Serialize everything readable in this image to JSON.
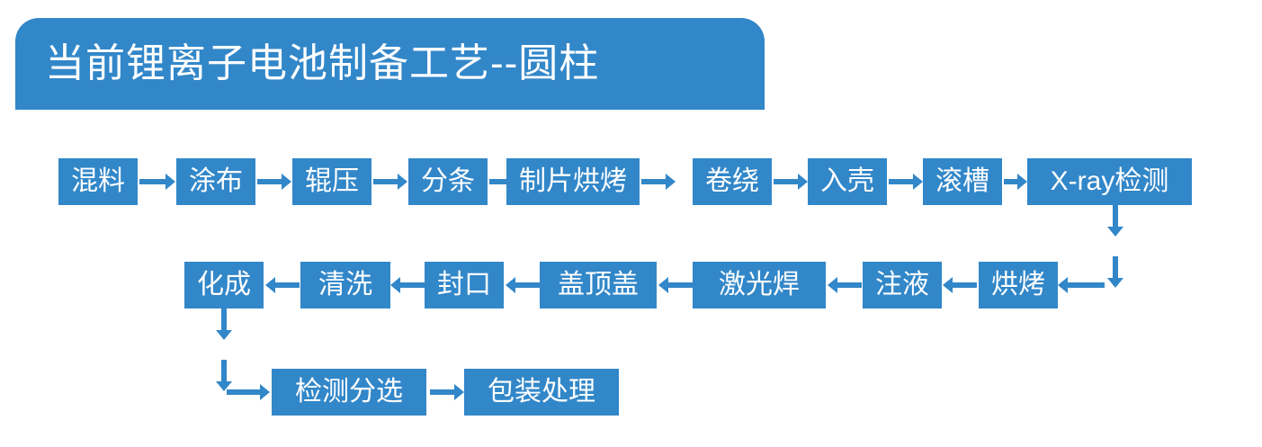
{
  "theme": {
    "accent": "#3287c9",
    "text_on_accent": "#ffffff",
    "background": "#ffffff"
  },
  "banner": {
    "title": "当前锂离子电池制备工艺--圆柱"
  },
  "flowchart": {
    "type": "process-flow",
    "direction": "serpentine",
    "rows": [
      {
        "id": "row-1",
        "flow": "left-to-right",
        "steps": [
          "混料",
          "涂布",
          "辊压",
          "分条",
          "制片烘烤",
          "卷绕",
          "入壳",
          "滚槽",
          "X-ray检测"
        ]
      },
      {
        "id": "row-2",
        "flow": "right-to-left",
        "steps": [
          "烘烤",
          "注液",
          "激光焊",
          "盖顶盖",
          "封口",
          "清洗",
          "化成"
        ]
      },
      {
        "id": "row-3",
        "flow": "left-to-right",
        "steps": [
          "检测分选",
          "包装处理"
        ]
      }
    ],
    "nodes": {
      "n1": "混料",
      "n2": "涂布",
      "n3": "辊压",
      "n4": "分条",
      "n5": "制片烘烤",
      "n6": "卷绕",
      "n7": "入壳",
      "n8": "滚槽",
      "n9": "X-ray检测",
      "n10": "烘烤",
      "n11": "注液",
      "n12": "激光焊",
      "n13": "盖顶盖",
      "n14": "封口",
      "n15": "清洗",
      "n16": "化成",
      "n17": "检测分选",
      "n18": "包装处理"
    },
    "connectors": [
      {
        "from": "混料",
        "to": "涂布",
        "dir": "right"
      },
      {
        "from": "涂布",
        "to": "辊压",
        "dir": "right"
      },
      {
        "from": "辊压",
        "to": "分条",
        "dir": "right"
      },
      {
        "from": "分条",
        "to": "制片烘烤",
        "dir": "right"
      },
      {
        "from": "制片烘烤",
        "to": "卷绕",
        "dir": "right"
      },
      {
        "from": "卷绕",
        "to": "入壳",
        "dir": "right"
      },
      {
        "from": "入壳",
        "to": "滚槽",
        "dir": "right"
      },
      {
        "from": "滚槽",
        "to": "X-ray检测",
        "dir": "right"
      },
      {
        "from": "X-ray检测",
        "to": "烘烤",
        "dir": "down"
      },
      {
        "from": "烘烤",
        "to": "注液",
        "dir": "left"
      },
      {
        "from": "注液",
        "to": "激光焊",
        "dir": "left"
      },
      {
        "from": "激光焊",
        "to": "盖顶盖",
        "dir": "left"
      },
      {
        "from": "盖顶盖",
        "to": "封口",
        "dir": "left"
      },
      {
        "from": "封口",
        "to": "清洗",
        "dir": "left"
      },
      {
        "from": "清洗",
        "to": "化成",
        "dir": "left"
      },
      {
        "from": "化成",
        "to": "检测分选",
        "dir": "down"
      },
      {
        "from": "检测分选",
        "to": "包装处理",
        "dir": "right"
      }
    ]
  }
}
